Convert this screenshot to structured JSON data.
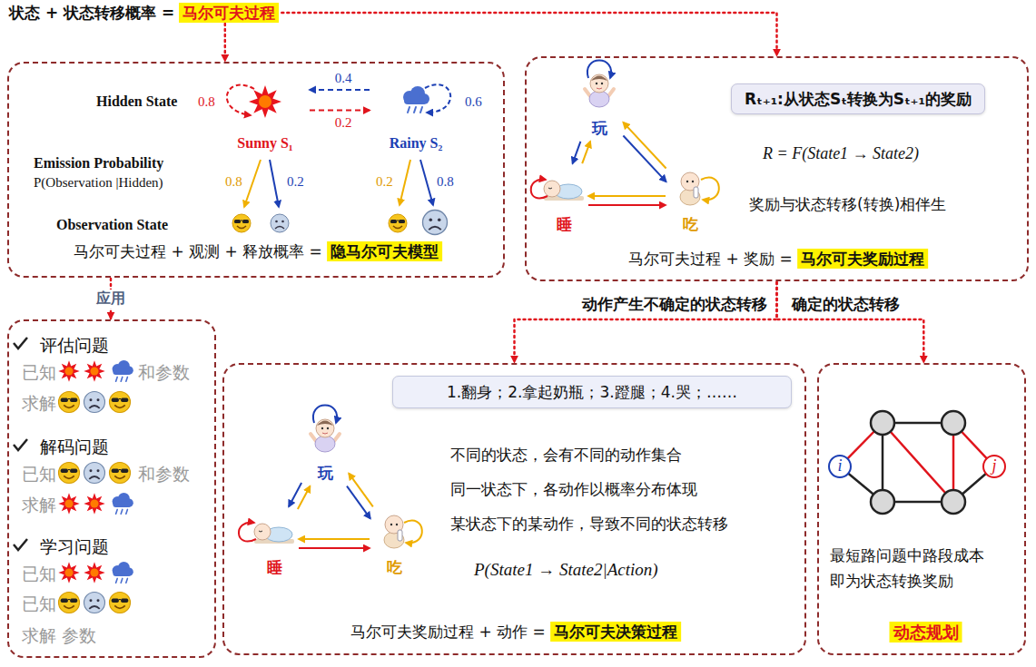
{
  "diagram": {
    "nodes": [
      {
        "text": [
          "状态 + 状态转移概率 =",
          "马尔可夫过程"
        ]
      },
      {
        "text": [
          "Hidden State",
          "Emission Probability",
          "P(Observation |Hidden)",
          "Observation State",
          "马尔可夫过程 + 观测 + 释放概率 =",
          "隐马尔可夫模型"
        ]
      },
      {
        "text": [
          "Sunny S₁"
        ],
        "in": 1
      },
      {
        "text": [
          "Rainy S₂"
        ],
        "in": 1
      },
      {
        "text": [
          "R = F(State1 → State2)",
          "奖励与状态转移(转换)相伴生",
          "马尔可夫过程 + 奖励 =",
          "马尔可夫奖励过程"
        ]
      },
      {
        "text": [
          "Rₜ₊₁:从状态Sₜ转换为Sₜ₊₁的奖励"
        ],
        "in": 4
      },
      {
        "text": [
          "玩"
        ],
        "in": 4
      },
      {
        "text": [
          "睡"
        ],
        "in": 4
      },
      {
        "text": [
          "吃"
        ],
        "in": 4
      },
      {
        "text": [
          "评估问题",
          "已知",
          "和参数",
          "求解",
          "解码问题",
          "已知",
          "和参数",
          "求解",
          "学习问题",
          "已知",
          "已知",
          "求解 参数"
        ]
      },
      {
        "text": [
          "不同的状态，会有不同的动作集合",
          "同一状态下，各动作以概率分布体现",
          "某状态下的某动作，导致不同的状态转移",
          "P(State1 → State2|Action)",
          "马尔可夫奖励过程 + 动作 =",
          "马尔可夫决策过程"
        ]
      },
      {
        "text": [
          "1.翻身；2.拿起奶瓶；3.蹬腿；4.哭；……"
        ],
        "in": 10
      },
      {
        "text": [
          "玩"
        ],
        "in": 10
      },
      {
        "text": [
          "睡"
        ],
        "in": 10
      },
      {
        "text": [
          "吃"
        ],
        "in": 10
      },
      {
        "text": [
          "最短路问题中路段成本 即为状态转换奖励",
          "动态规划"
        ]
      },
      {
        "text": [
          "i"
        ],
        "in": 15
      },
      {
        "text": [
          "j"
        ],
        "in": 15
      }
    ],
    "edges": [
      {
        "from": 0,
        "to": 1,
        "arrow": "to"
      },
      {
        "from": 0,
        "to": 4,
        "arrow": "to"
      },
      {
        "from": 3,
        "to": 2,
        "label": "0.4",
        "arrow": "to"
      },
      {
        "from": 2,
        "to": 3,
        "label": "0.2",
        "arrow": "to"
      },
      {
        "from": 1,
        "to": 9,
        "label": "应用",
        "arrow": "to"
      },
      {
        "from": 4,
        "to": 10,
        "label": "动作产生不确定的状态转移",
        "arrow": "to"
      },
      {
        "from": 4,
        "to": 15,
        "label": "确定的状态转移",
        "arrow": "to"
      },
      {
        "from": 6,
        "to": 7,
        "arrow": "to"
      },
      {
        "from": 7,
        "to": 6,
        "arrow": "to"
      },
      {
        "from": 6,
        "to": 8,
        "arrow": "to"
      },
      {
        "from": 8,
        "to": 6,
        "arrow": "to"
      },
      {
        "from": 7,
        "to": 8,
        "arrow": "to"
      },
      {
        "from": 8,
        "to": 7,
        "arrow": "to"
      },
      {
        "from": 12,
        "to": 13,
        "arrow": "to"
      },
      {
        "from": 13,
        "to": 12,
        "arrow": "to"
      },
      {
        "from": 12,
        "to": 14,
        "arrow": "to"
      },
      {
        "from": 14,
        "to": 12,
        "arrow": "to"
      },
      {
        "from": 13,
        "to": 14,
        "arrow": "to"
      },
      {
        "from": 14,
        "to": 13,
        "arrow": "to"
      }
    ],
    "labels": [
      "0.8",
      "0.6",
      "0.8",
      "0.2",
      "0.2",
      "0.8"
    ]
  }
}
